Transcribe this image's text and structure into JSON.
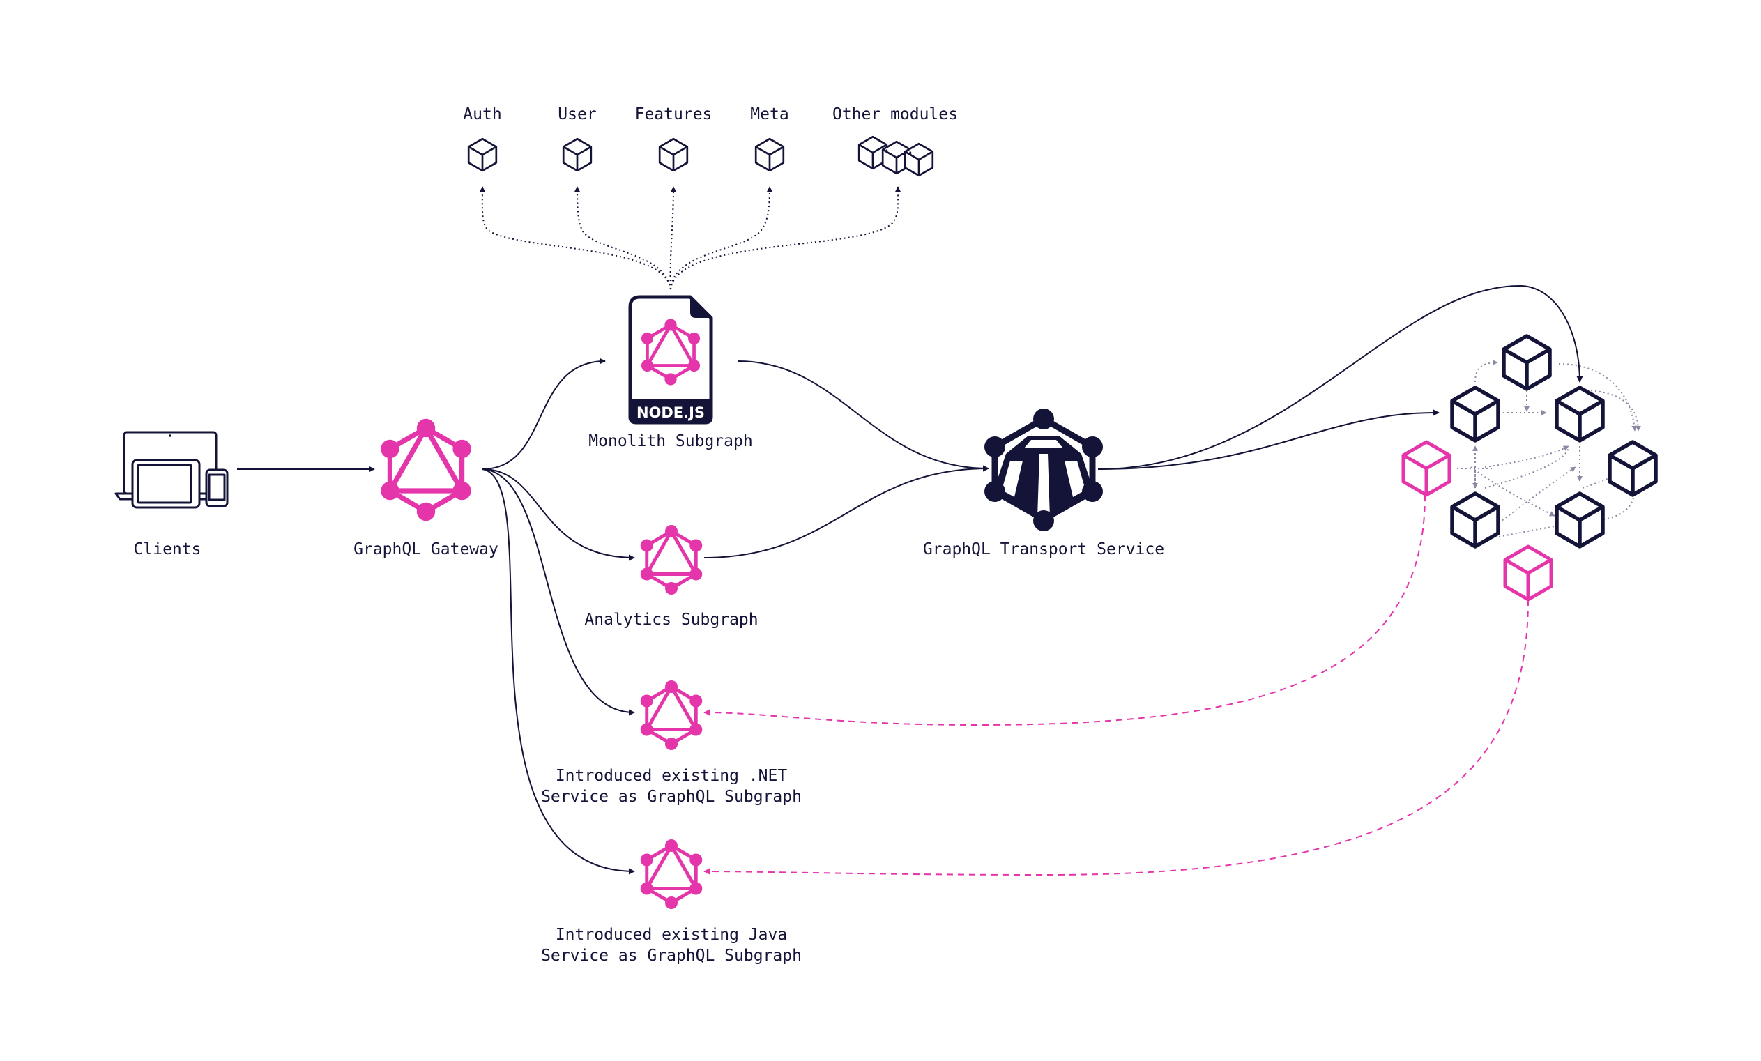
{
  "colors": {
    "ink": "#141438",
    "pink": "#e535ab",
    "gray": "#8a8aa5"
  },
  "modules": {
    "auth": "Auth",
    "user": "User",
    "features": "Features",
    "meta": "Meta",
    "other": "Other modules"
  },
  "nodes": {
    "clients": "Clients",
    "gateway": "GraphQL Gateway",
    "monolith": "Monolith Subgraph",
    "monolith_badge": "NODE.JS",
    "analytics": "Analytics Subgraph",
    "dotnet_line1": "Introduced existing .NET",
    "dotnet_line2": "Service as GraphQL Subgraph",
    "java_line1": "Introduced existing Java",
    "java_line2": "Service as GraphQL Subgraph",
    "transport": "GraphQL Transport Service"
  },
  "icons": [
    "devices-icon",
    "graphql-logo-icon",
    "nodejs-file-icon",
    "transport-logo-icon",
    "cube-icon"
  ]
}
